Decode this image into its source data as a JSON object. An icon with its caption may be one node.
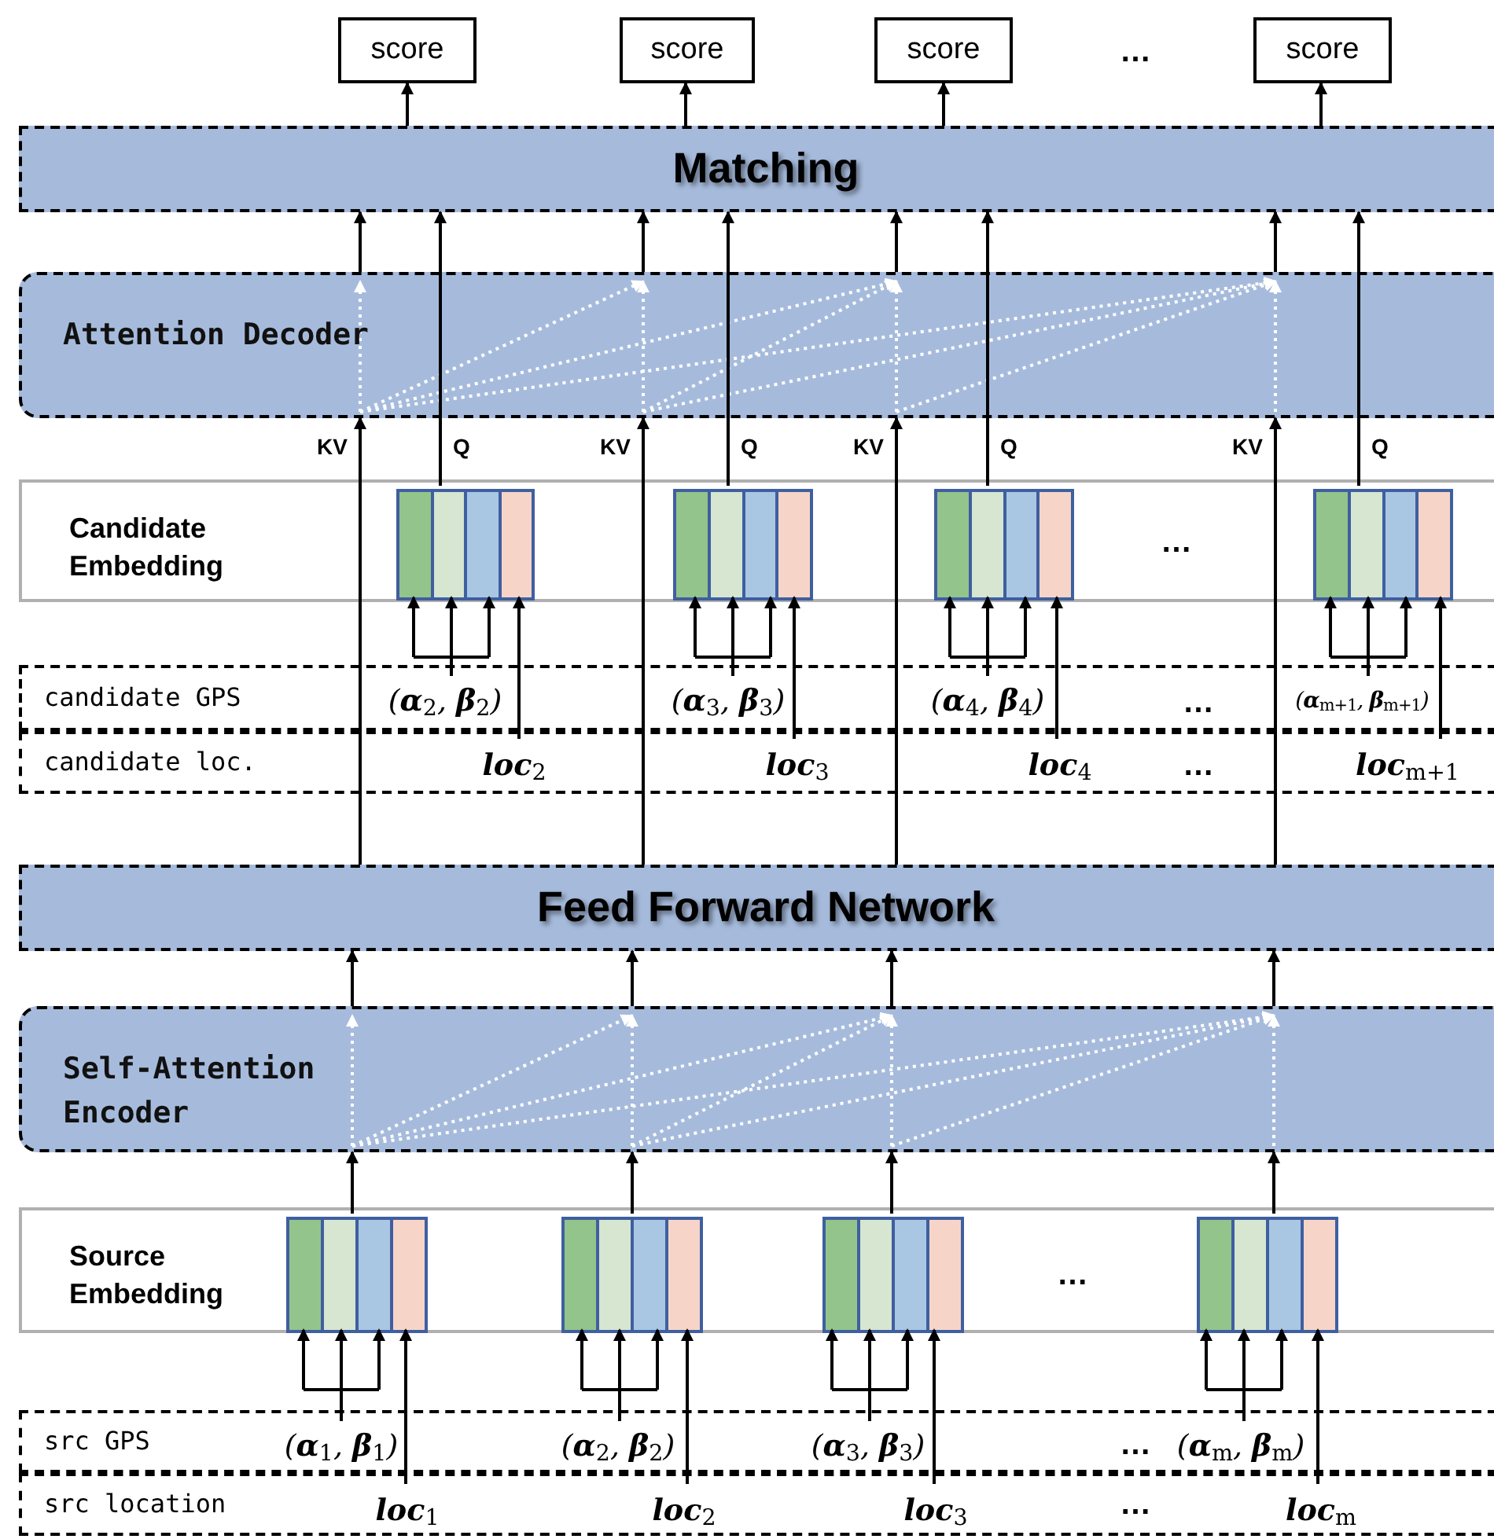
{
  "diagram": {
    "nodes": [
      {
        "text": [
          "score"
        ]
      },
      {
        "text": [
          "score"
        ]
      },
      {
        "text": [
          "score"
        ]
      },
      {
        "text": [
          "score"
        ]
      },
      {
        "text": [
          "Matching"
        ]
      },
      {
        "text": [
          "Attention Decoder"
        ]
      },
      {
        "text": [
          "Candidate Embedding"
        ]
      },
      {
        "text": [],
        "shape": "box",
        "in": 6
      },
      {
        "text": [],
        "shape": "box",
        "in": 6
      },
      {
        "text": [],
        "shape": "box",
        "in": 6
      },
      {
        "text": [],
        "shape": "box",
        "in": 6
      },
      {
        "text": [
          "candidate GPS"
        ]
      },
      {
        "text": [
          "(**α**$_{2}$, **β**$_{2}$)"
        ],
        "in": 11
      },
      {
        "text": [
          "(**α**$_{3}$, **β**$_{3}$)"
        ],
        "in": 11
      },
      {
        "text": [
          "(**α**$_{4}$, **β**$_{4}$)"
        ],
        "in": 11
      },
      {
        "text": [
          "(**α**$_{m+1}$, **β**$_{m+1}$)"
        ],
        "in": 11
      },
      {
        "text": [
          "candidate loc."
        ]
      },
      {
        "text": [
          "**loc**$_{2}$"
        ],
        "in": 16
      },
      {
        "text": [
          "**loc**$_{3}$"
        ],
        "in": 16
      },
      {
        "text": [
          "**loc**$_{4}$"
        ],
        "in": 16
      },
      {
        "text": [
          "**loc**$_{m+1}$"
        ],
        "in": 16
      },
      {
        "text": [
          "Feed Forward Network"
        ]
      },
      {
        "text": [
          "Self-Attention Encoder"
        ]
      },
      {
        "text": [
          "Source Embedding"
        ]
      },
      {
        "text": [],
        "shape": "box",
        "in": 23
      },
      {
        "text": [],
        "shape": "box",
        "in": 23
      },
      {
        "text": [],
        "shape": "box",
        "in": 23
      },
      {
        "text": [],
        "shape": "box",
        "in": 23
      },
      {
        "text": [
          "src GPS"
        ]
      },
      {
        "text": [
          "(**α**$_{1}$, **β**$_{1}$)"
        ],
        "in": 28
      },
      {
        "text": [
          "(**α**$_{2}$, **β**$_{2}$)"
        ],
        "in": 28
      },
      {
        "text": [
          "(**α**$_{3}$, **β**$_{3}$)"
        ],
        "in": 28
      },
      {
        "text": [
          "(**α**$_{m}$, **β**$_{m}$)"
        ],
        "in": 28
      },
      {
        "text": [
          "src location"
        ]
      },
      {
        "text": [
          "**loc**$_{1}$"
        ],
        "in": 33
      },
      {
        "text": [
          "**loc**$_{2}$"
        ],
        "in": 33
      },
      {
        "text": [
          "**loc**$_{3}$"
        ],
        "in": 33
      },
      {
        "text": [
          "**loc**$_{m}$"
        ],
        "in": 33
      }
    ],
    "edges": [
      {
        "from": 4,
        "to": 0,
        "arrow": "to"
      },
      {
        "from": 4,
        "to": 1,
        "arrow": "to"
      },
      {
        "from": 4,
        "to": 2,
        "arrow": "to"
      },
      {
        "from": 4,
        "to": 3,
        "arrow": "to"
      },
      {
        "from": 5,
        "to": 4,
        "arrow": "to"
      },
      {
        "from": 5,
        "to": 4,
        "arrow": "to"
      },
      {
        "from": 5,
        "to": 4,
        "arrow": "to"
      },
      {
        "from": 5,
        "to": 4,
        "arrow": "to"
      },
      {
        "from": 7,
        "to": 5,
        "arrow": "none",
        "label": "Q"
      },
      {
        "from": 8,
        "to": 5,
        "arrow": "none",
        "label": "Q"
      },
      {
        "from": 9,
        "to": 5,
        "arrow": "none",
        "label": "Q"
      },
      {
        "from": 10,
        "to": 5,
        "arrow": "none",
        "label": "Q"
      },
      {
        "from": 21,
        "to": 5,
        "arrow": "to",
        "label": "KV"
      },
      {
        "from": 21,
        "to": 5,
        "arrow": "to",
        "label": "KV"
      },
      {
        "from": 21,
        "to": 5,
        "arrow": "to",
        "label": "KV"
      },
      {
        "from": 21,
        "to": 5,
        "arrow": "to",
        "label": "KV"
      },
      {
        "from": 12,
        "to": 7,
        "arrow": "to"
      },
      {
        "from": 13,
        "to": 8,
        "arrow": "to"
      },
      {
        "from": 14,
        "to": 9,
        "arrow": "to"
      },
      {
        "from": 15,
        "to": 10,
        "arrow": "to"
      },
      {
        "from": 17,
        "to": 7,
        "arrow": "to"
      },
      {
        "from": 18,
        "to": 8,
        "arrow": "to"
      },
      {
        "from": 19,
        "to": 9,
        "arrow": "to"
      },
      {
        "from": 20,
        "to": 10,
        "arrow": "to"
      },
      {
        "from": 22,
        "to": 21,
        "arrow": "to"
      },
      {
        "from": 22,
        "to": 21,
        "arrow": "to"
      },
      {
        "from": 22,
        "to": 21,
        "arrow": "to"
      },
      {
        "from": 22,
        "to": 21,
        "arrow": "to"
      },
      {
        "from": 24,
        "to": 22,
        "arrow": "to"
      },
      {
        "from": 25,
        "to": 22,
        "arrow": "to"
      },
      {
        "from": 26,
        "to": 22,
        "arrow": "to"
      },
      {
        "from": 27,
        "to": 22,
        "arrow": "to"
      },
      {
        "from": 29,
        "to": 24,
        "arrow": "to"
      },
      {
        "from": 30,
        "to": 25,
        "arrow": "to"
      },
      {
        "from": 31,
        "to": 26,
        "arrow": "to"
      },
      {
        "from": 32,
        "to": 27,
        "arrow": "to"
      },
      {
        "from": 34,
        "to": 24,
        "arrow": "to"
      },
      {
        "from": 35,
        "to": 25,
        "arrow": "to"
      },
      {
        "from": 36,
        "to": 26,
        "arrow": "to"
      },
      {
        "from": 37,
        "to": 27,
        "arrow": "to"
      },
      {
        "from": 5,
        "to": 4,
        "arrow": "to"
      },
      {
        "from": 5,
        "to": 4,
        "arrow": "to"
      },
      {
        "from": 5,
        "to": 4,
        "arrow": "to"
      },
      {
        "from": 5,
        "to": 4,
        "arrow": "to"
      }
    ],
    "labels": [
      "…",
      "…",
      "…",
      "…",
      "…",
      "…",
      "…"
    ]
  }
}
